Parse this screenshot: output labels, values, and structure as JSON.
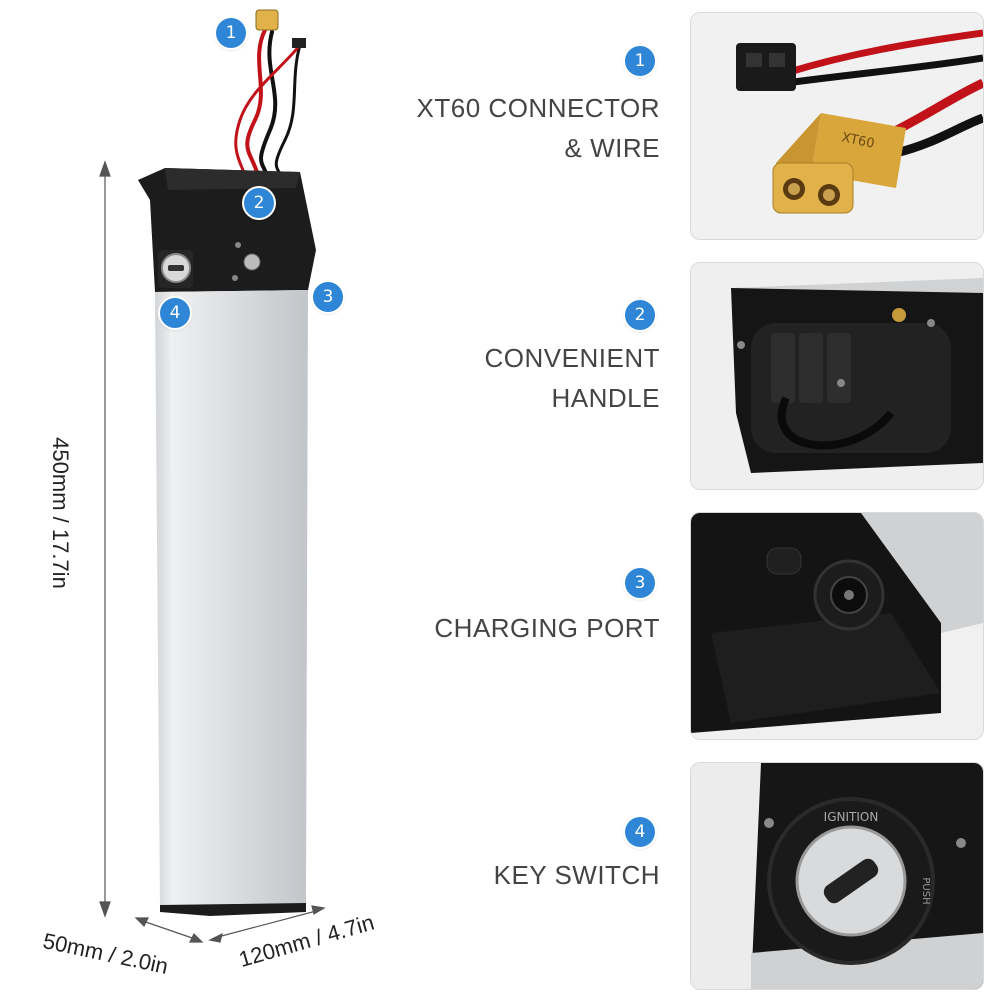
{
  "features": [
    {
      "number": "1",
      "label_line1": "XT60 CONNECTOR",
      "label_line2": "& WIRE",
      "icon": "xt60-connector-icon"
    },
    {
      "number": "2",
      "label_line1": "CONVENIENT",
      "label_line2": "HANDLE",
      "icon": "handle-icon"
    },
    {
      "number": "3",
      "label_line1": "CHARGING PORT",
      "label_line2": "",
      "icon": "charging-port-icon"
    },
    {
      "number": "4",
      "label_line1": "KEY SWITCH",
      "label_line2": "",
      "icon": "key-switch-icon"
    }
  ],
  "dimensions": {
    "height": "450mm / 17.7in",
    "depth": "50mm / 2.0in",
    "width": "120mm / 4.7in"
  },
  "printed": {
    "xt60_mark": "XT60",
    "key_ring_text": "IGNITION",
    "push_mark": "PUSH"
  },
  "colors": {
    "badge": "#2f86d6",
    "battery_body": "#d7d9dc",
    "housing": "#1c1c1c",
    "connector": "#e1b24a",
    "wire_red": "#c1121a"
  }
}
